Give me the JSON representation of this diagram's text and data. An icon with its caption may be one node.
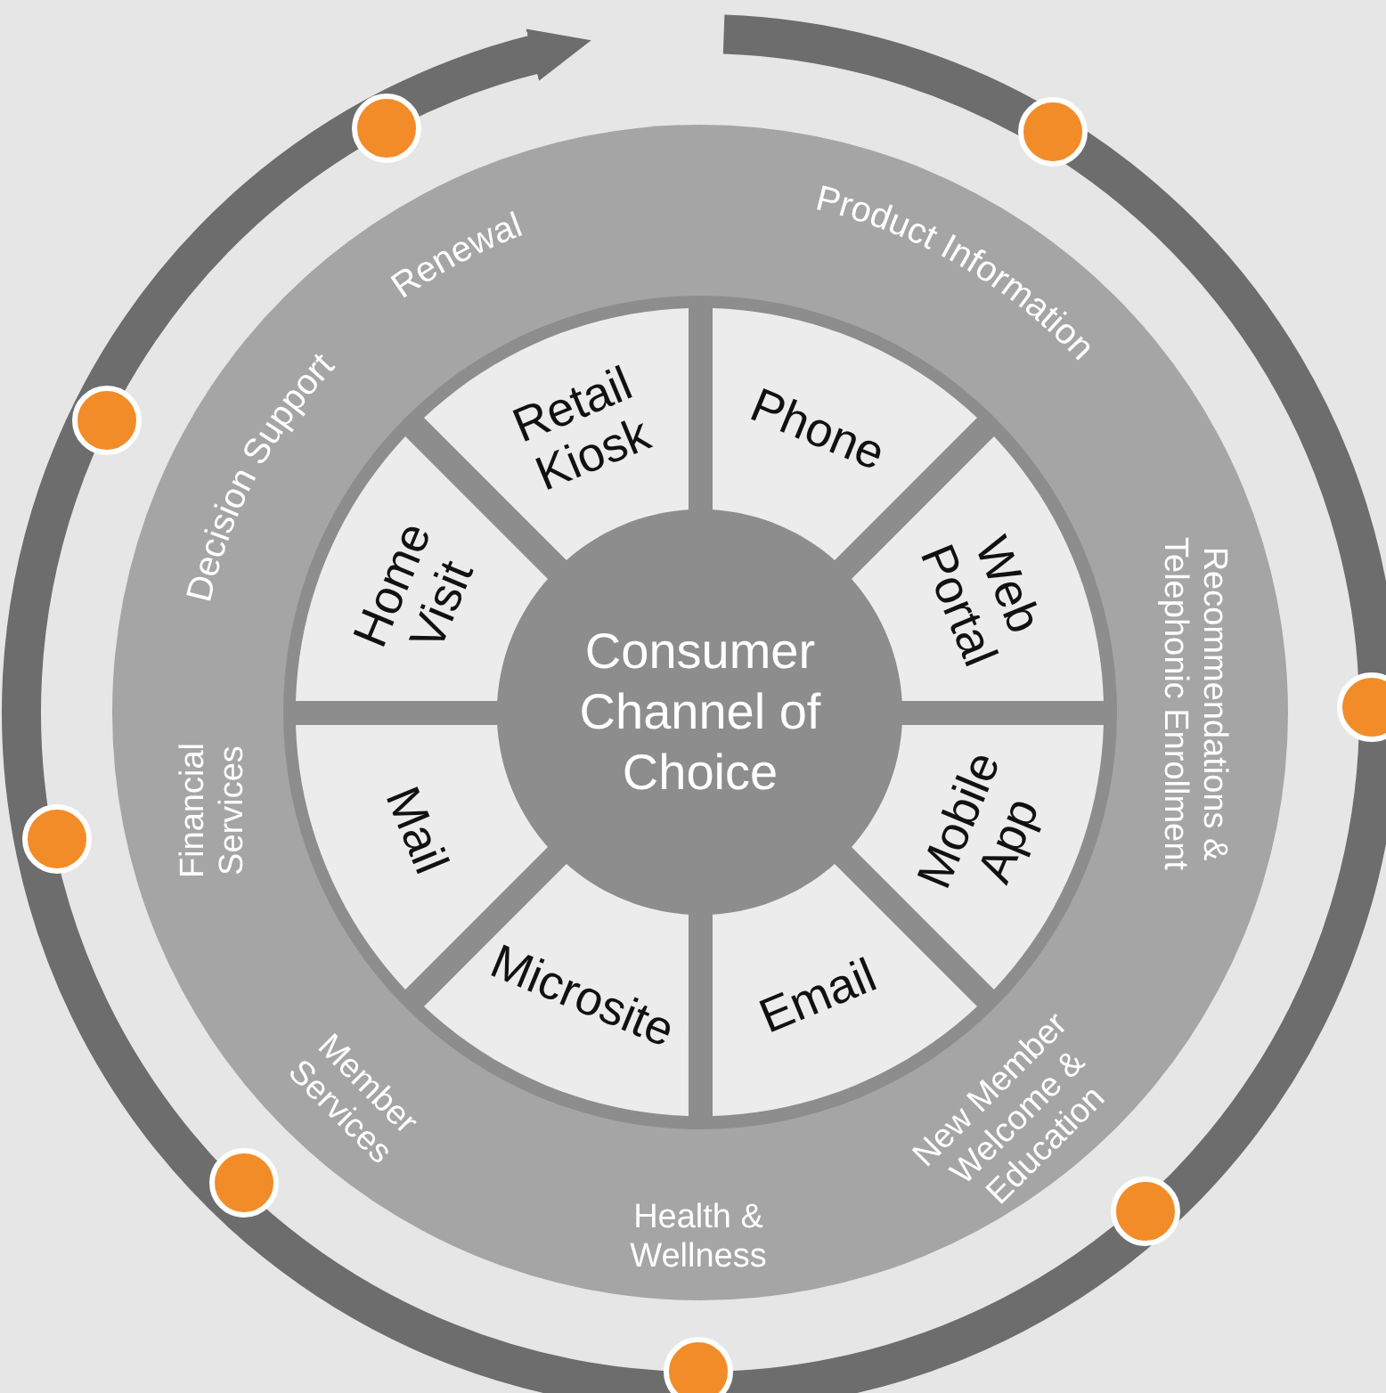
{
  "diagram": {
    "nodes": [
      {
        "text": [
          "Consumer Channel of Choice"
        ]
      },
      {
        "text": [
          "Retail Kiosk"
        ]
      },
      {
        "text": [
          "Phone"
        ]
      },
      {
        "text": [
          "Home Visit"
        ]
      },
      {
        "text": [
          "Web Portal"
        ]
      },
      {
        "text": [
          "Mail"
        ]
      },
      {
        "text": [
          "Mobile App"
        ]
      },
      {
        "text": [
          "Microsite"
        ]
      },
      {
        "text": [
          "Email"
        ]
      }
    ],
    "labels": [
      "Renewal",
      "Product Information",
      "Decision Support",
      "Recommendations & Telephonic Enrollment",
      "Financial Services",
      "New Member Welcome & Education",
      "Member Services",
      "Health & Wellness"
    ]
  }
}
